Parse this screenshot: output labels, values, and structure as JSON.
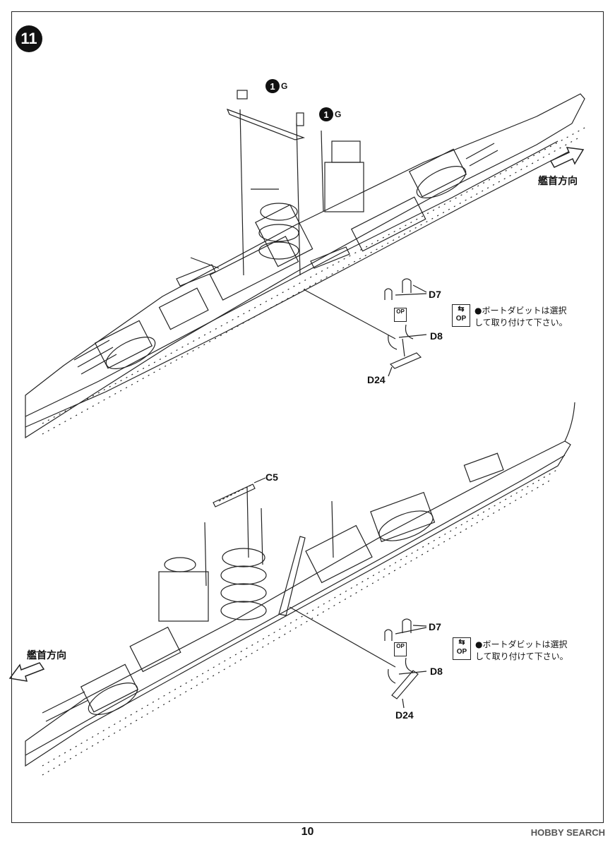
{
  "step": {
    "number": "11"
  },
  "top_view": {
    "callouts": [
      {
        "num": "1",
        "part": "G"
      },
      {
        "num": "1",
        "part": "G"
      }
    ],
    "direction_label": "艦首方向",
    "parts": {
      "d7": "D7",
      "d8": "D8",
      "d24": "D24"
    },
    "option": {
      "op_label": "OP",
      "note_line1": "●ボートダビットは選択",
      "note_line2": "して取り付けて下さい。"
    }
  },
  "bottom_view": {
    "direction_label": "艦首方向",
    "parts": {
      "c5": "C5",
      "d7": "D7",
      "d8": "D8",
      "d24": "D24"
    },
    "option": {
      "op_label": "OP",
      "note_line1": "●ボートダビットは選択",
      "note_line2": "して取り付けて下さい。"
    }
  },
  "footer": {
    "page_number": "10",
    "watermark": "HOBBY SEARCH"
  }
}
